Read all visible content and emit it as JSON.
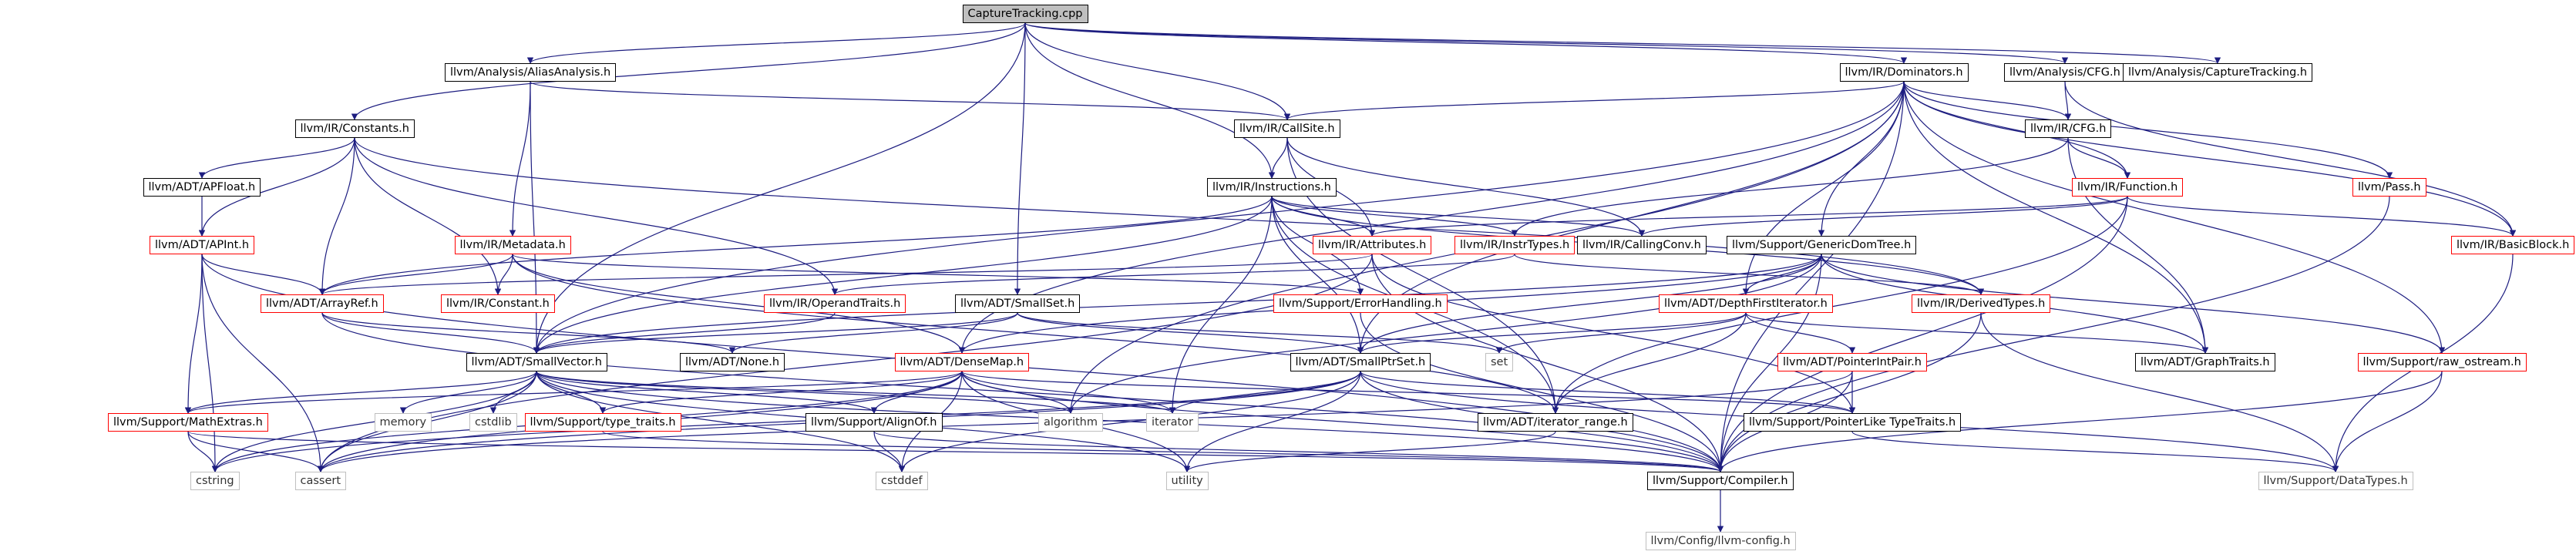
{
  "graph": {
    "nodes": [
      {
        "id": "ct",
        "label": "CaptureTracking.cpp",
        "style": "main",
        "col": 1330,
        "row": 18
      },
      {
        "id": "aa",
        "label": "llvm/Analysis/AliasAnalysis.h",
        "style": "black",
        "col": 688,
        "row": 94
      },
      {
        "id": "dom",
        "label": "llvm/IR/Dominators.h",
        "style": "black",
        "col": 2470,
        "row": 94
      },
      {
        "id": "cfgA",
        "label": "llvm/Analysis/CFG.h",
        "style": "black",
        "col": 2679,
        "row": 94
      },
      {
        "id": "ctH",
        "label": "llvm/Analysis/CaptureTracking.h",
        "style": "black",
        "col": 2877,
        "row": 94
      },
      {
        "id": "cons",
        "label": "llvm/IR/Constants.h",
        "style": "black",
        "col": 460,
        "row": 167
      },
      {
        "id": "cs",
        "label": "llvm/IR/CallSite.h",
        "style": "black",
        "col": 1670,
        "row": 167
      },
      {
        "id": "cfgI",
        "label": "llvm/IR/CFG.h",
        "style": "black",
        "col": 2683,
        "row": 167
      },
      {
        "id": "apf",
        "label": "llvm/ADT/APFloat.h",
        "style": "black",
        "col": 262,
        "row": 243
      },
      {
        "id": "ins",
        "label": "llvm/IR/Instructions.h",
        "style": "black",
        "col": 1650,
        "row": 243
      },
      {
        "id": "fn",
        "label": "llvm/IR/Function.h",
        "style": "red",
        "col": 2760,
        "row": 243
      },
      {
        "id": "pass",
        "label": "llvm/Pass.h",
        "style": "red",
        "col": 3100,
        "row": 243
      },
      {
        "id": "api",
        "label": "llvm/ADT/APInt.h",
        "style": "red",
        "col": 262,
        "row": 318
      },
      {
        "id": "meta",
        "label": "llvm/IR/Metadata.h",
        "style": "red",
        "col": 665,
        "row": 318
      },
      {
        "id": "attr",
        "label": "llvm/IR/Attributes.h",
        "style": "red",
        "col": 1780,
        "row": 318
      },
      {
        "id": "itype",
        "label": "llvm/IR/InstrTypes.h",
        "style": "red",
        "col": 1965,
        "row": 318
      },
      {
        "id": "cconv",
        "label": "llvm/IR/CallingConv.h",
        "style": "black",
        "col": 2130,
        "row": 318
      },
      {
        "id": "gdt",
        "label": "llvm/Support/GenericDomTree.h",
        "style": "black",
        "col": 2363,
        "row": 318
      },
      {
        "id": "bb",
        "label": "llvm/IR/BasicBlock.h",
        "style": "red",
        "col": 3270,
        "row": 318
      },
      {
        "id": "aref",
        "label": "llvm/ADT/ArrayRef.h",
        "style": "red",
        "col": 418,
        "row": 394
      },
      {
        "id": "const",
        "label": "llvm/IR/Constant.h",
        "style": "red",
        "col": 646,
        "row": 394
      },
      {
        "id": "optr",
        "label": "llvm/IR/OperandTraits.h",
        "style": "red",
        "col": 1083,
        "row": 394
      },
      {
        "id": "sset",
        "label": "llvm/ADT/SmallSet.h",
        "style": "black",
        "col": 1320,
        "row": 394
      },
      {
        "id": "err",
        "label": "llvm/Support/ErrorHandling.h",
        "style": "red",
        "col": 1765,
        "row": 394
      },
      {
        "id": "dfi",
        "label": "llvm/ADT/DepthFirstIterator.h",
        "style": "red",
        "col": 2265,
        "row": 394
      },
      {
        "id": "der",
        "label": "llvm/IR/DerivedTypes.h",
        "style": "red",
        "col": 2570,
        "row": 394
      },
      {
        "id": "svec",
        "label": "llvm/ADT/SmallVector.h",
        "style": "black",
        "col": 696,
        "row": 470
      },
      {
        "id": "none",
        "label": "llvm/ADT/None.h",
        "style": "black",
        "col": 950,
        "row": 470
      },
      {
        "id": "dmap",
        "label": "llvm/ADT/DenseMap.h",
        "style": "red",
        "col": 1248,
        "row": 470
      },
      {
        "id": "sps",
        "label": "llvm/ADT/SmallPtrSet.h",
        "style": "black",
        "col": 1765,
        "row": 470
      },
      {
        "id": "set",
        "label": "set",
        "style": "gray",
        "col": 1945,
        "row": 470
      },
      {
        "id": "pip",
        "label": "llvm/ADT/PointerIntPair.h",
        "style": "red",
        "col": 2403,
        "row": 470
      },
      {
        "id": "gt",
        "label": "llvm/ADT/GraphTraits.h",
        "style": "black",
        "col": 2861,
        "row": 470
      },
      {
        "id": "ros",
        "label": "llvm/Support/raw_ostream.h",
        "style": "red",
        "col": 3168,
        "row": 470
      },
      {
        "id": "mex",
        "label": "llvm/Support/MathExtras.h",
        "style": "red",
        "col": 244,
        "row": 548
      },
      {
        "id": "mem",
        "label": "memory",
        "style": "gray",
        "col": 523,
        "row": 548
      },
      {
        "id": "cstdlib",
        "label": "cstdlib",
        "style": "gray",
        "col": 640,
        "row": 548
      },
      {
        "id": "ttr",
        "label": "llvm/Support/type_traits.h",
        "style": "red",
        "col": 782,
        "row": 548
      },
      {
        "id": "aln",
        "label": "llvm/Support/AlignOf.h",
        "style": "black",
        "col": 1134,
        "row": 548
      },
      {
        "id": "algo",
        "label": "algorithm",
        "style": "gray",
        "col": 1389,
        "row": 548
      },
      {
        "id": "iter",
        "label": "iterator",
        "style": "gray",
        "col": 1521,
        "row": 548
      },
      {
        "id": "ir",
        "label": "llvm/ADT/iterator_range.h",
        "style": "black",
        "col": 2018,
        "row": 548
      },
      {
        "id": "plt",
        "label": "llvm/Support/PointerLike TypeTraits.h",
        "style": "black",
        "col": 2403,
        "row": 548
      },
      {
        "id": "cstring",
        "label": "cstring",
        "style": "gray",
        "col": 279,
        "row": 624
      },
      {
        "id": "cassert",
        "label": "cassert",
        "style": "gray",
        "col": 416,
        "row": 624
      },
      {
        "id": "cstddef",
        "label": "cstddef",
        "style": "gray",
        "col": 1170,
        "row": 624
      },
      {
        "id": "utility",
        "label": "utility",
        "style": "gray",
        "col": 1540,
        "row": 624
      },
      {
        "id": "comp",
        "label": "llvm/Support/Compiler.h",
        "style": "black",
        "col": 2232,
        "row": 624
      },
      {
        "id": "dt",
        "label": "llvm/Support/DataTypes.h",
        "style": "gray",
        "col": 3030,
        "row": 624
      },
      {
        "id": "cfg",
        "label": "llvm/Config/llvm-config.h",
        "style": "gray",
        "col": 2232,
        "row": 702
      }
    ],
    "edges": [
      [
        "ct",
        "aa"
      ],
      [
        "ct",
        "dom"
      ],
      [
        "ct",
        "cfgA"
      ],
      [
        "ct",
        "ctH"
      ],
      [
        "ct",
        "cons"
      ],
      [
        "ct",
        "cs"
      ],
      [
        "ct",
        "ins"
      ],
      [
        "ct",
        "sset"
      ],
      [
        "ct",
        "svec"
      ],
      [
        "aa",
        "cs"
      ],
      [
        "aa",
        "meta"
      ],
      [
        "aa",
        "svec"
      ],
      [
        "dom",
        "cfgI"
      ],
      [
        "dom",
        "fn"
      ],
      [
        "dom",
        "pass"
      ],
      [
        "dom",
        "bb"
      ],
      [
        "dom",
        "gdt"
      ],
      [
        "dom",
        "dfi"
      ],
      [
        "dom",
        "gt"
      ],
      [
        "dom",
        "cs"
      ],
      [
        "dom",
        "ros"
      ],
      [
        "dom",
        "comp"
      ],
      [
        "dom",
        "dmap"
      ],
      [
        "dom",
        "svec"
      ],
      [
        "dom",
        "sps"
      ],
      [
        "dom",
        "algo"
      ],
      [
        "cfgA",
        "cfgI"
      ],
      [
        "cfgA",
        "bb"
      ],
      [
        "cfgI",
        "fn"
      ],
      [
        "cfgI",
        "itype"
      ],
      [
        "cfgI",
        "gt"
      ],
      [
        "cons",
        "apf"
      ],
      [
        "cons",
        "api"
      ],
      [
        "cons",
        "aref"
      ],
      [
        "cons",
        "const"
      ],
      [
        "cons",
        "optr"
      ],
      [
        "cons",
        "der"
      ],
      [
        "cs",
        "ins"
      ],
      [
        "cs",
        "attr"
      ],
      [
        "cs",
        "cconv"
      ],
      [
        "cs",
        "ir"
      ],
      [
        "apf",
        "api"
      ],
      [
        "ins",
        "aref"
      ],
      [
        "ins",
        "attr"
      ],
      [
        "ins",
        "itype"
      ],
      [
        "ins",
        "cconv"
      ],
      [
        "ins",
        "err"
      ],
      [
        "ins",
        "svec"
      ],
      [
        "ins",
        "sps"
      ],
      [
        "ins",
        "ir"
      ],
      [
        "ins",
        "iter"
      ],
      [
        "ins",
        "der"
      ],
      [
        "fn",
        "attr"
      ],
      [
        "fn",
        "cconv"
      ],
      [
        "fn",
        "bb"
      ],
      [
        "fn",
        "ir"
      ],
      [
        "fn",
        "comp"
      ],
      [
        "pass",
        "comp"
      ],
      [
        "api",
        "aref"
      ],
      [
        "api",
        "mex"
      ],
      [
        "api",
        "cassert"
      ],
      [
        "api",
        "cstring"
      ],
      [
        "api",
        "comp"
      ],
      [
        "meta",
        "aref"
      ],
      [
        "meta",
        "const"
      ],
      [
        "meta",
        "dmap"
      ],
      [
        "meta",
        "ir"
      ],
      [
        "meta",
        "err"
      ],
      [
        "attr",
        "aref"
      ],
      [
        "attr",
        "plt"
      ],
      [
        "attr",
        "comp"
      ],
      [
        "attr",
        "cassert"
      ],
      [
        "itype",
        "optr"
      ],
      [
        "itype",
        "der"
      ],
      [
        "gdt",
        "dfi"
      ],
      [
        "gdt",
        "gt"
      ],
      [
        "gdt",
        "sps"
      ],
      [
        "gdt",
        "svec"
      ],
      [
        "gdt",
        "ros"
      ],
      [
        "gdt",
        "comp"
      ],
      [
        "gdt",
        "dmap"
      ],
      [
        "gdt",
        "algo"
      ],
      [
        "bb",
        "dt"
      ],
      [
        "aref",
        "svec"
      ],
      [
        "aref",
        "none"
      ],
      [
        "aref",
        "comp"
      ],
      [
        "optr",
        "svec"
      ],
      [
        "sset",
        "svec"
      ],
      [
        "sset",
        "sps"
      ],
      [
        "sset",
        "set"
      ],
      [
        "sset",
        "none"
      ],
      [
        "err",
        "comp"
      ],
      [
        "dfi",
        "gt"
      ],
      [
        "dfi",
        "ir"
      ],
      [
        "dfi",
        "sps"
      ],
      [
        "dfi",
        "set"
      ],
      [
        "dfi",
        "pip"
      ],
      [
        "der",
        "comp"
      ],
      [
        "der",
        "dt"
      ],
      [
        "svec",
        "mex"
      ],
      [
        "svec",
        "mem"
      ],
      [
        "svec",
        "cstdlib"
      ],
      [
        "svec",
        "ttr"
      ],
      [
        "svec",
        "aln"
      ],
      [
        "svec",
        "algo"
      ],
      [
        "svec",
        "iter"
      ],
      [
        "svec",
        "cassert"
      ],
      [
        "svec",
        "cstring"
      ],
      [
        "svec",
        "cstddef"
      ],
      [
        "svec",
        "utility"
      ],
      [
        "svec",
        "comp"
      ],
      [
        "dmap",
        "mex"
      ],
      [
        "dmap",
        "ttr"
      ],
      [
        "dmap",
        "aln"
      ],
      [
        "dmap",
        "algo"
      ],
      [
        "dmap",
        "iter"
      ],
      [
        "dmap",
        "cassert"
      ],
      [
        "dmap",
        "cstddef"
      ],
      [
        "dmap",
        "utility"
      ],
      [
        "dmap",
        "comp"
      ],
      [
        "dmap",
        "plt"
      ],
      [
        "dmap",
        "cstring"
      ],
      [
        "sps",
        "plt"
      ],
      [
        "sps",
        "comp"
      ],
      [
        "sps",
        "cassert"
      ],
      [
        "sps",
        "cstddef"
      ],
      [
        "sps",
        "cstring"
      ],
      [
        "sps",
        "iter"
      ],
      [
        "sps",
        "utility"
      ],
      [
        "sps",
        "dt"
      ],
      [
        "pip",
        "plt"
      ],
      [
        "pip",
        "comp"
      ],
      [
        "pip",
        "cassert"
      ],
      [
        "ros",
        "comp"
      ],
      [
        "ros",
        "dt"
      ],
      [
        "mex",
        "comp"
      ],
      [
        "mex",
        "cassert"
      ],
      [
        "mex",
        "cstring"
      ],
      [
        "ttr",
        "comp"
      ],
      [
        "aln",
        "comp"
      ],
      [
        "aln",
        "cstddef"
      ],
      [
        "ir",
        "utility"
      ],
      [
        "plt",
        "dt"
      ],
      [
        "comp",
        "cfg"
      ]
    ]
  }
}
